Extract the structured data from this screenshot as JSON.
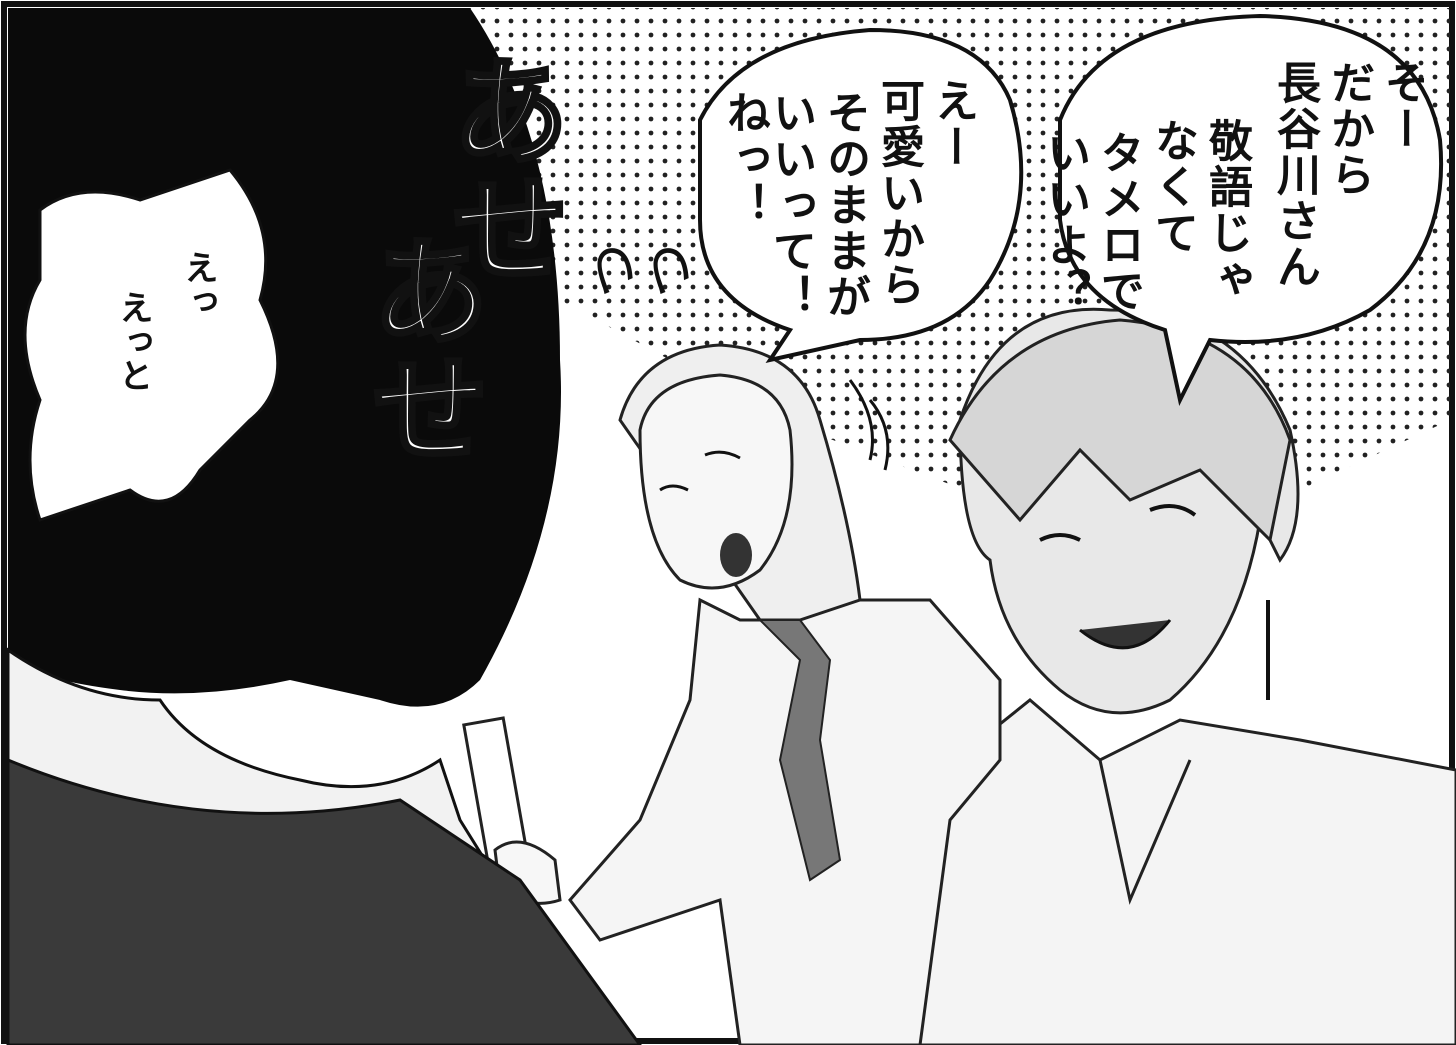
{
  "panel": {
    "bubble_left": {
      "lines": [
        "えっ",
        "えっと"
      ]
    },
    "bubble_girl": {
      "lines": [
        "えー",
        "可愛いから",
        "そのままが",
        "いいって！",
        "ねっ！"
      ]
    },
    "bubble_boy": {
      "lines": [
        "そー",
        "だから",
        "長谷川さん",
        "敬語じゃ",
        "なくて",
        "タメロで",
        "いいよ？"
      ]
    },
    "sfx_ase": [
      "あせ",
      "あせ"
    ],
    "sfx_tsu": "つつ"
  },
  "colors": {
    "ink": "#111111",
    "screentone": "#222222",
    "hair_dark": "#0a0a0a",
    "paper": "#ffffff"
  }
}
